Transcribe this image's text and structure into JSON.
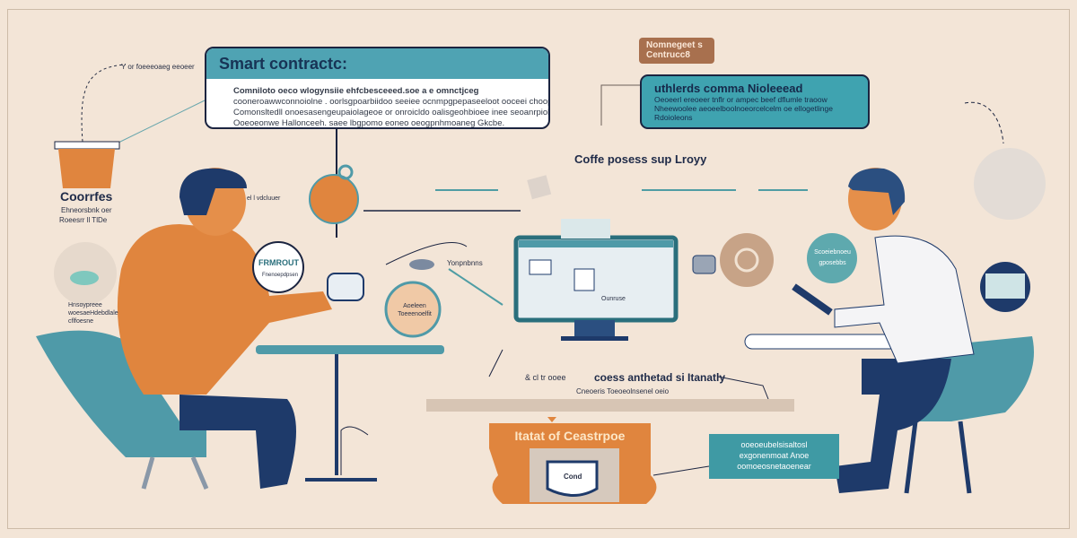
{
  "smart_contract": {
    "title": "Smart contractc:",
    "lines": [
      "Comniloto oeco wlogynsiie ehfcbesceeed.soe a e omnctjceg",
      "cooneroawwconnoiolne . oorlsgpoarbiidoo seeiee ocnmpgpepaseeloot ooceei choop",
      "Comonsltedll onoesasengeupaiolageoe or onroicldo oalisgeohbioee inee seoanrpiolilaee",
      "Ooeoeonwe Hallonceeh. saee lbgpomo eoneo oeogpnhmoaneg Gkcbe."
    ]
  },
  "top_tag": {
    "line1": "Nomnegeet s",
    "line2": "Centrucc8"
  },
  "top_teal_box": {
    "title": "uthlerds comma Nioleeead",
    "lines": [
      "Oeoeerl ereoeer tnflr or ampec beef dflumle traoow",
      "Nheewoolee aeoeelboolnoeorcelcelm oe ellogetlinge",
      "Rdoioleons"
    ]
  },
  "dotted_note": "Y or foeeeoaeg eeoeer",
  "left_cup": {
    "title": "Coorrfes",
    "lines": [
      "Ehneorsbnk oer",
      "Roeesrr ll TlDe"
    ]
  },
  "left_saucer_caption": [
    "Hnsoypreee",
    "woesaeHdebdlale",
    "cflfoesne"
  ],
  "arrow_note": "el l vdcluuer",
  "badge_left": {
    "title": "FRMROUT",
    "sub": "Fnenoepdpsen"
  },
  "cup_caption": "Yonpnbnns",
  "round_badge": "Aoeleen Toeeenoelfit",
  "center_title": "Coffe posess sup Lroyy",
  "monitor_caption": "Ounruse",
  "right_circle": [
    "Scoeiebnoeu",
    "gposebbs"
  ],
  "bottom_title": "coess anthetad si Itanatly",
  "bottom_sub": "Cneoeris Toeoeolnsenel oeio",
  "orange_box": {
    "title": "Itatat of Ceastrpoe",
    "mug_label": "Cond"
  },
  "bottom_teal_box": [
    "ooeoeubelsisaltosl",
    "exgonenmoat Anoe",
    "oomoeosnetaoenear"
  ],
  "small_note": "& cl tr ooee",
  "colors": {
    "background": "#f3e5d7",
    "teal": "#4fa3b3",
    "orange": "#e0853e",
    "navy": "#1e3a6a",
    "brown": "#a8704e"
  }
}
